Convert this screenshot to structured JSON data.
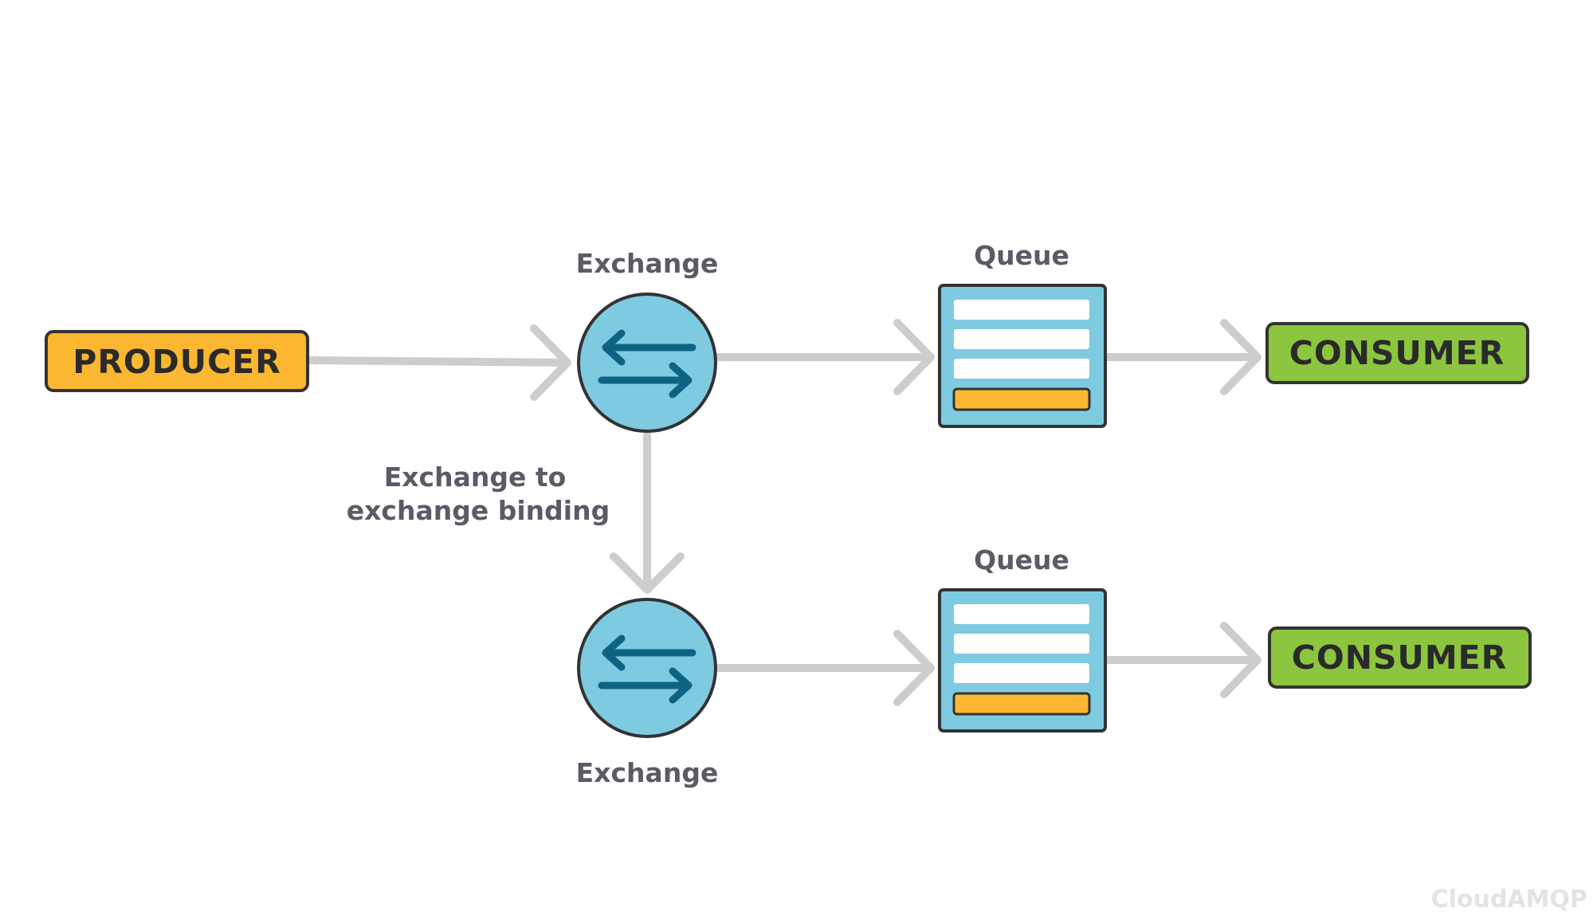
{
  "colors": {
    "producer": "#fbb731",
    "consumer": "#8cc63f",
    "exchange": "#7ecbe1",
    "exchange_arrows": "#0c6383",
    "queue": "#7ecbe1",
    "queue_slot": "#ffffff",
    "queue_message": "#fbb731",
    "connector": "#cdcdcd",
    "outline": "#333333",
    "caption": "#5b5b66"
  },
  "producer": {
    "label": "PRODUCER"
  },
  "exchanges": [
    {
      "caption": "Exchange",
      "icon": "exchange-arrows-icon"
    },
    {
      "caption": "Exchange",
      "icon": "exchange-arrows-icon"
    }
  ],
  "binding_label": {
    "line1": "Exchange to",
    "line2": "exchange binding"
  },
  "queues": [
    {
      "caption": "Queue"
    },
    {
      "caption": "Queue"
    }
  ],
  "consumers": [
    {
      "label": "CONSUMER"
    },
    {
      "label": "CONSUMER"
    }
  ],
  "watermark": "CloudAMQP"
}
